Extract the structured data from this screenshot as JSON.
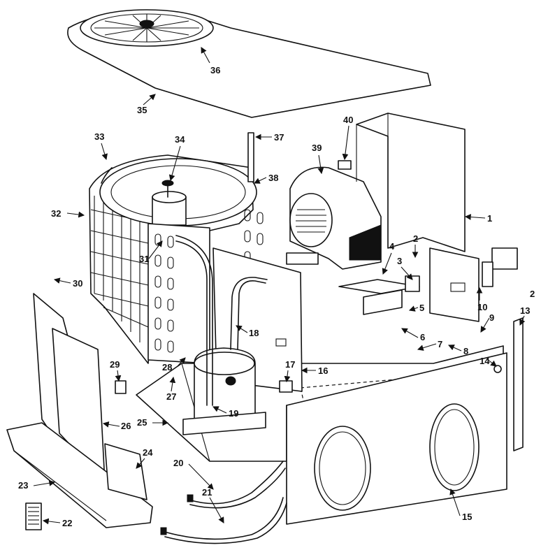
{
  "callouts": {
    "c1": "1",
    "c2a": "2",
    "c2b": "2",
    "c3": "3",
    "c4": "4",
    "c5": "5",
    "c6": "6",
    "c7": "7",
    "c8": "8",
    "c9": "9",
    "c10": "10",
    "c13": "13",
    "c14": "14",
    "c15": "15",
    "c16": "16",
    "c17": "17",
    "c18": "18",
    "c19": "19",
    "c20": "20",
    "c21": "21",
    "c22": "22",
    "c23": "23",
    "c24": "24",
    "c25": "25",
    "c26": "26",
    "c27": "27",
    "c28": "28",
    "c29": "29",
    "c30": "30",
    "c31": "31",
    "c32": "32",
    "c33": "33",
    "c34": "34",
    "c35": "35",
    "c36": "36",
    "c37": "37",
    "c38": "38",
    "c39": "39",
    "c40": "40"
  }
}
